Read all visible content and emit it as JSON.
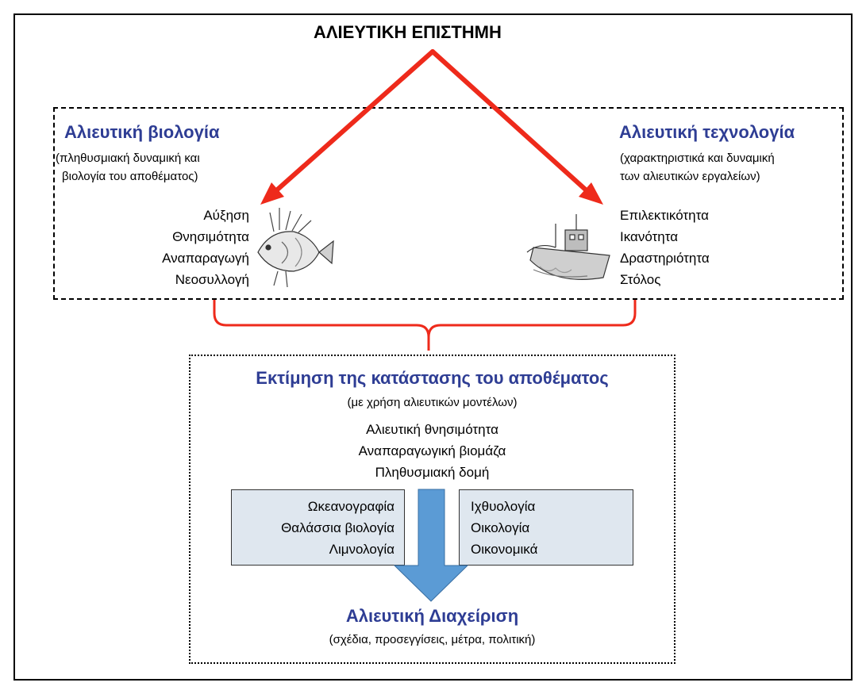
{
  "title": "ΑΛΙΕΥΤΙΚΗ ΕΠΙΣΤΗΜΗ",
  "biology": {
    "heading": "Αλιευτική βιολογία",
    "subtitle_line1": "(πληθυσμιακή δυναμική και",
    "subtitle_line2": "βιολογία του αποθέματος)",
    "items": [
      "Αύξηση",
      "Θνησιμότητα",
      "Αναπαραγωγή",
      "Νεοσυλλογή"
    ]
  },
  "technology": {
    "heading": "Αλιευτική τεχνολογία",
    "subtitle_line1": "(χαρακτηριστικά και δυναμική",
    "subtitle_line2": "των αλιευτικών εργαλείων)",
    "items": [
      "Επιλεκτικότητα",
      "Ικανότητα",
      "Δραστηριότητα",
      "Στόλος"
    ]
  },
  "assessment": {
    "heading": "Εκτίμηση της κατάστασης του αποθέματος",
    "subtitle": "(με χρήση αλιευτικών μοντέλων)",
    "items": [
      "Αλιευτική θνησιμότητα",
      "Αναπαραγωγική βιομάζα",
      "Πληθυσμιακή δομή"
    ]
  },
  "left_fields": [
    "Ωκεανογραφία",
    "Θαλάσσια βιολογία",
    "Λιμνολογία"
  ],
  "right_fields": [
    "Ιχθυολογία",
    "Οικολογία",
    "Οικονομικά"
  ],
  "management": {
    "heading": "Αλιευτική Διαχείριση",
    "subtitle": "(σχέδια, προσεγγίσεις, μέτρα, πολιτική)"
  },
  "colors": {
    "heading_blue": "#2e3d94",
    "arrow_red": "#ee2a1b",
    "arrow_blue": "#5b9bd5",
    "field_box_fill": "#dfe7ef"
  },
  "icons": [
    "fish-icon",
    "boat-icon"
  ]
}
